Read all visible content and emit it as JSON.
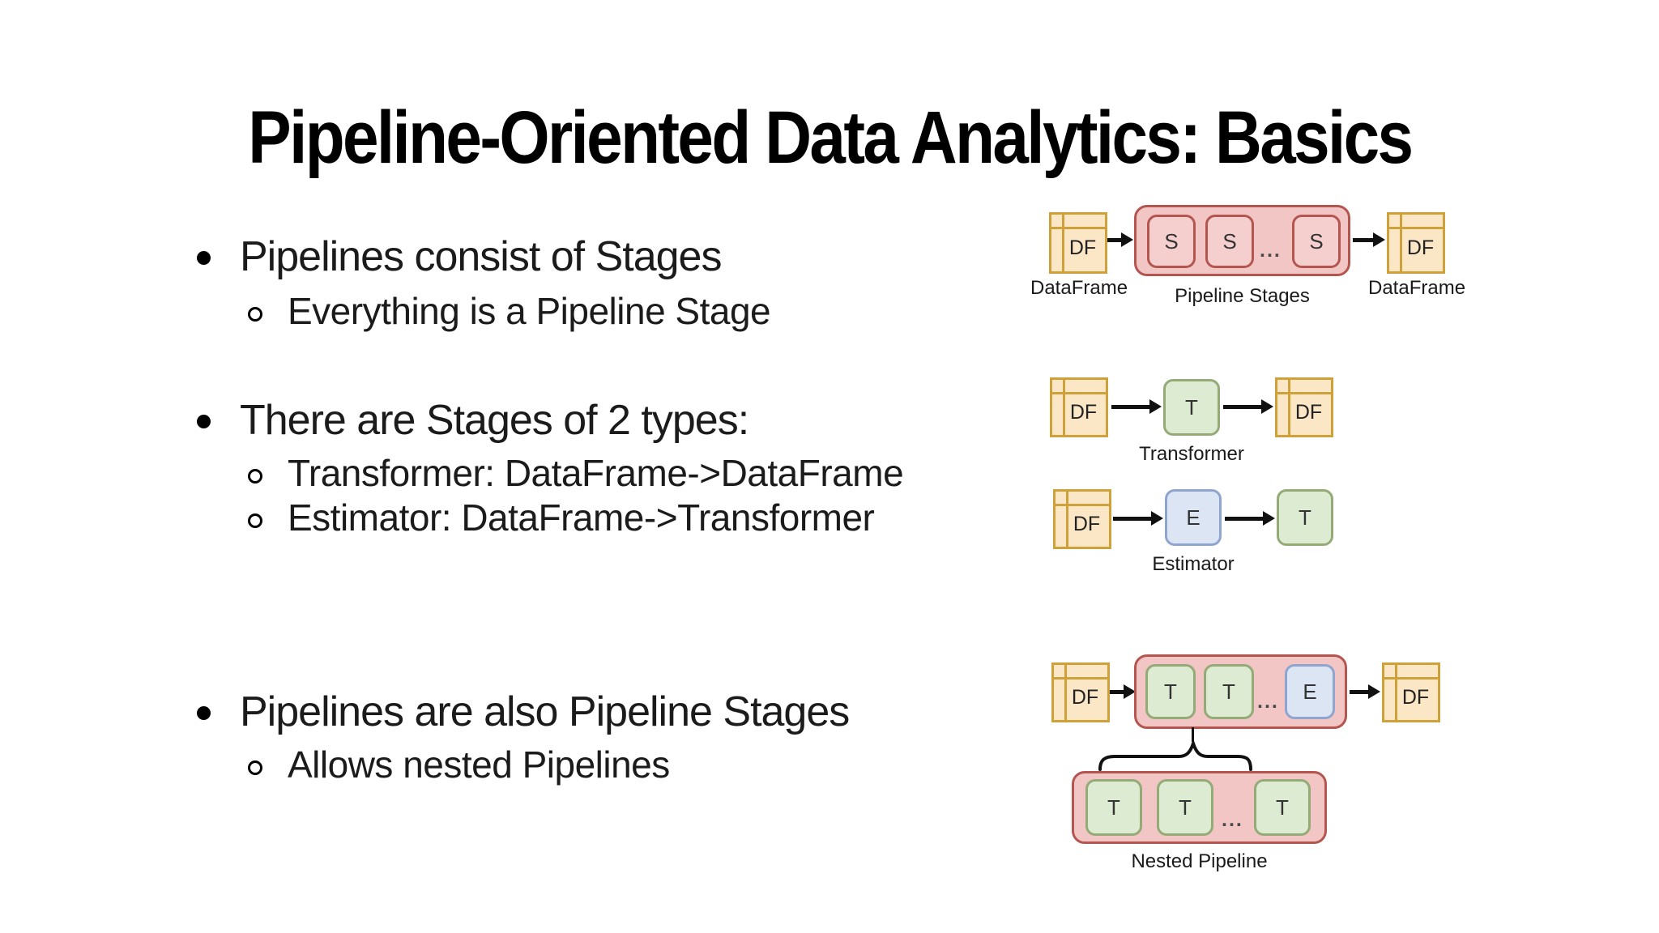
{
  "title": "Pipeline-Oriented Data Analytics: Basics",
  "bullets": [
    {
      "text": "Pipelines consist of Stages",
      "subs": [
        "Everything is a Pipeline Stage"
      ]
    },
    {
      "text": "There are Stages of 2 types:",
      "subs": [
        "Transformer: DataFrame->DataFrame",
        "Estimator: DataFrame->Transformer"
      ]
    },
    {
      "text": "Pipelines are also Pipeline Stages",
      "subs": [
        "Allows nested Pipelines"
      ]
    }
  ],
  "diagrams": {
    "pipeline_stages": {
      "input_df": "DF",
      "input_label": "DataFrame",
      "stages": [
        "S",
        "S",
        "S"
      ],
      "ellipsis": "...",
      "label": "Pipeline Stages",
      "output_df": "DF",
      "output_label": "DataFrame"
    },
    "transformer": {
      "input_df": "DF",
      "stage": "T",
      "label": "Transformer",
      "output_df": "DF"
    },
    "estimator": {
      "input_df": "DF",
      "stage": "E",
      "label": "Estimator",
      "output_stage": "T"
    },
    "nested_pipeline": {
      "input_df": "DF",
      "stages": [
        "T",
        "T"
      ],
      "ellipsis": "...",
      "estimator_stage": "E",
      "output_df": "DF",
      "nested_stages": [
        "T",
        "T",
        "T"
      ],
      "nested_ellipsis": "...",
      "label": "Nested Pipeline"
    }
  },
  "colors": {
    "dataframe_fill": "#FBE7C6",
    "dataframe_border": "#CFA13B",
    "pipeline_fill": "#F2C6C4",
    "pipeline_border": "#B45550",
    "stage_pink_fill": "#F5CFCE",
    "transformer_fill": "#DDEBD3",
    "transformer_border": "#94AA77",
    "estimator_fill": "#DBE5F4",
    "estimator_border": "#8FA5CE",
    "arrow": "#111111",
    "text": "#1B1B1B"
  }
}
